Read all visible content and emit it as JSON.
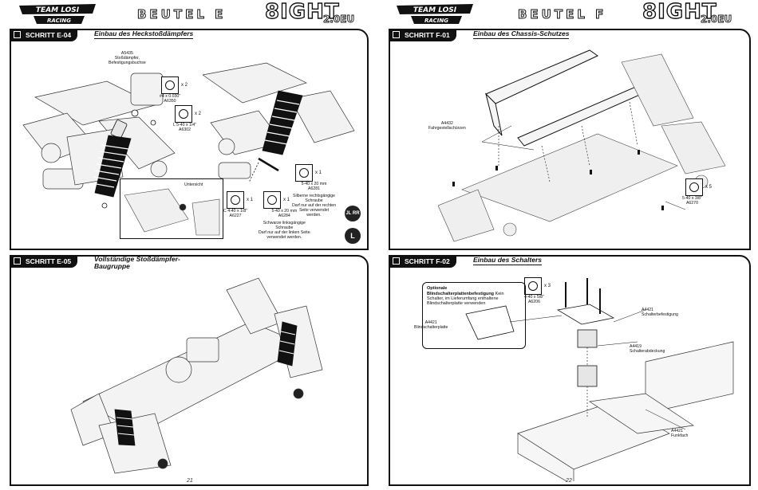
{
  "left": {
    "brand": {
      "logo_text": "TEAM LOSI",
      "sub_text": "RACING"
    },
    "bag": "BEUTEL E",
    "model": "8IGHT",
    "model_sub": "2.0EU",
    "page_number": "21",
    "step_top": {
      "tab": "SCHRITT E-04",
      "title": "Einbau des Heckstoßdämpfers",
      "part_a5435": "A5435",
      "part_a5435_desc1": "Stoßdämpfer,",
      "part_a5435_desc2": "Befestigungsbuchse",
      "hw1": {
        "qty": "x 2",
        "size": "#4 x 0.030\"",
        "part": "A6350"
      },
      "hw2": {
        "qty": "x 2",
        "size": "L 5-40 x 1/4\"",
        "part": "A6302"
      },
      "inset_label": "Untersicht",
      "hw3": {
        "qty": "x 1",
        "size": "C 4-40 x 1/8\"",
        "part": "A6227"
      },
      "hw4": {
        "qty": "x 1",
        "size": "5-40 x 20 mm",
        "part": "A6284"
      },
      "hw4_note1": "Schwarze linksgängige",
      "hw4_note2": "Schraube",
      "hw4_note3": "Darf nur auf der linken Seite",
      "hw4_note4": "verwendet werden.",
      "hw5": {
        "qty": "x 1",
        "size": "5-40 x 20 mm",
        "part": "A6281"
      },
      "hw5_note1": "Silberne rechtsgängige",
      "hw5_note2": "Schraube",
      "hw5_note3": "Darf nur auf der rechten",
      "hw5_note4": "Seite verwendet",
      "hw5_note5": "werden.",
      "side_badge_top": "JL RR",
      "side_badge_bottom": "L"
    },
    "step_bottom": {
      "tab": "SCHRITT E-05",
      "title_line1": "Vollständige Stoßdämpfer-",
      "title_line2": "Baugruppe"
    }
  },
  "right": {
    "brand": {
      "logo_text": "TEAM LOSI",
      "sub_text": "RACING"
    },
    "bag": "BEUTEL F",
    "model": "8IGHT",
    "model_sub": "2.0EU",
    "page_number": "22",
    "step_top": {
      "tab": "SCHRITT F-01",
      "title": "Einbau des Chassis-Schutzes",
      "part_a4432": "A4432",
      "part_a4432_desc": "Fahrgestellschürzen",
      "hw1": {
        "qty": "x 5",
        "size": "5-40 x 3/8\"",
        "part": "A6270"
      }
    },
    "step_bottom": {
      "tab": "SCHRITT F-02",
      "title": "Einbau des Schalters",
      "hw1": {
        "qty": "x 3",
        "size": "4-40 x 5/8\"",
        "part": "A6206"
      },
      "optional_title": "Optionale",
      "optional_bold": "Blindschalterplattenbefestigung",
      "optional_text1": " Kein",
      "optional_text2": "Schalter, im Lieferumfang enthaltene",
      "optional_text3": "Blindschalterplatte verwenden",
      "part_a4421_plate": "A4421",
      "part_a4421_plate_desc": "Blindschalterplatte",
      "part_a4421_mount": "A4421",
      "part_a4421_mount_desc": "Schalterbefestigung",
      "part_a4419": "A4419",
      "part_a4419_desc": "Schalterabdeckung",
      "part_a4421_box": "A4421",
      "part_a4421_box_desc": "Funkfach"
    }
  }
}
